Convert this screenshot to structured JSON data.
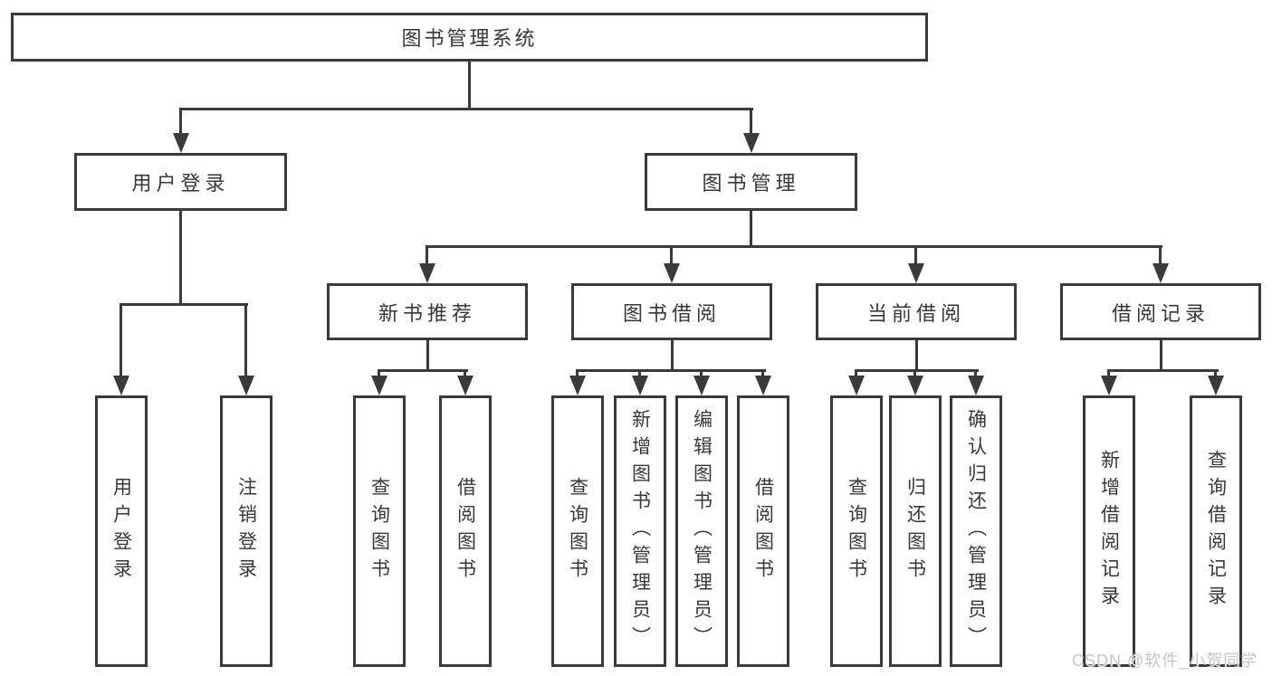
{
  "diagram_type": "hierarchy-tree",
  "watermark": {
    "text": "CSDN @软件_小贺同学"
  },
  "colors": {
    "line": "#3a3a3a",
    "text": "#383838",
    "watermark": "#c9c6c6",
    "background": "#ffffff"
  },
  "tree": {
    "root": "图书管理系统",
    "branches": [
      {
        "label": "用户登录",
        "children": [
          "用户登录",
          "注销登录"
        ]
      },
      {
        "label": "图书管理",
        "children": [
          {
            "label": "新书推荐",
            "children": [
              "查询图书",
              "借阅图书"
            ]
          },
          {
            "label": "图书借阅",
            "children": [
              "查询图书",
              "新增图书（管理员）",
              "编辑图书（管理员）",
              "借阅图书"
            ]
          },
          {
            "label": "当前借阅",
            "children": [
              "查询图书",
              "归还图书",
              "确认归还（管理员）"
            ]
          },
          {
            "label": "借阅记录",
            "children": [
              "新增借阅记录",
              "查询借阅记录"
            ]
          }
        ]
      }
    ]
  }
}
